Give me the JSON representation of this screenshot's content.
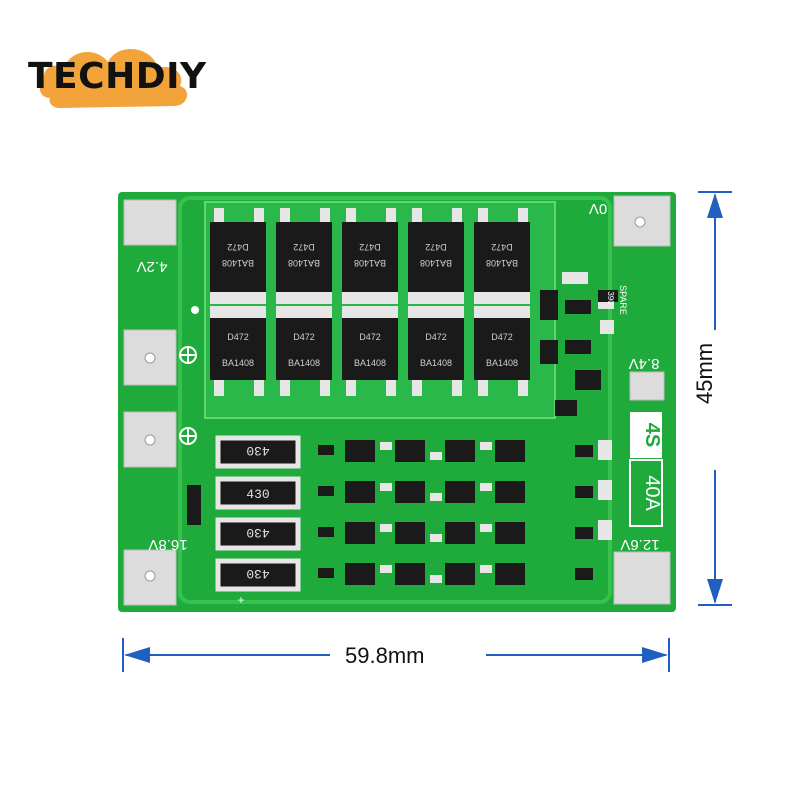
{
  "brand": {
    "name": "TECHDIY"
  },
  "dimensions": {
    "width": "59.8mm",
    "height": "45mm"
  },
  "board": {
    "labels": {
      "v42": "4.2V",
      "v0": "0V",
      "v84": "8.4V",
      "v126": "12.6V",
      "v168": "16.8V",
      "spare": "SPARE",
      "r390": "390",
      "series": "4S",
      "current": "40A",
      "plus": "+"
    },
    "mosfet_top_text": [
      "BA1408",
      "D472"
    ],
    "mosfet_bottom_text": [
      "D472",
      "BA1408"
    ],
    "resistor_label": "430",
    "colors": {
      "pcb": "#1faa3c",
      "trace": "#37c24f",
      "pad": "#dcdcdc",
      "dimension": "#1e5fbf"
    }
  }
}
